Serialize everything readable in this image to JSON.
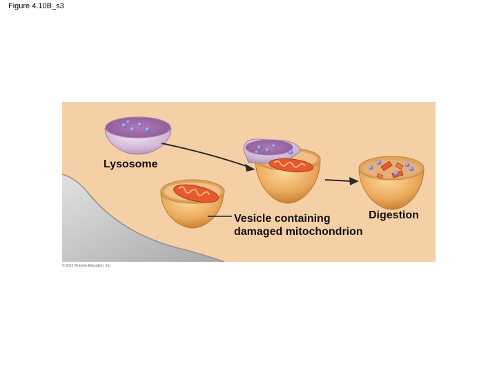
{
  "figure_title": "Figure 4.10B_s3",
  "labels": {
    "lysosome": "Lysosome",
    "vesicle_line1": "Vesicle containing",
    "vesicle_line2": "damaged mitochondrion",
    "digestion": "Digestion"
  },
  "copyright": "© 2012 Pearson Education, Inc.",
  "colors": {
    "cytoplasm": "#f5cfa6",
    "membrane": "#c8c8c8",
    "vesicle": "#eba85a",
    "lysosome": "#d5a6d6",
    "enzyme": "#7d7fd0",
    "mitochondrion": "#e65a2b",
    "arrow": "#2a2a2a"
  }
}
